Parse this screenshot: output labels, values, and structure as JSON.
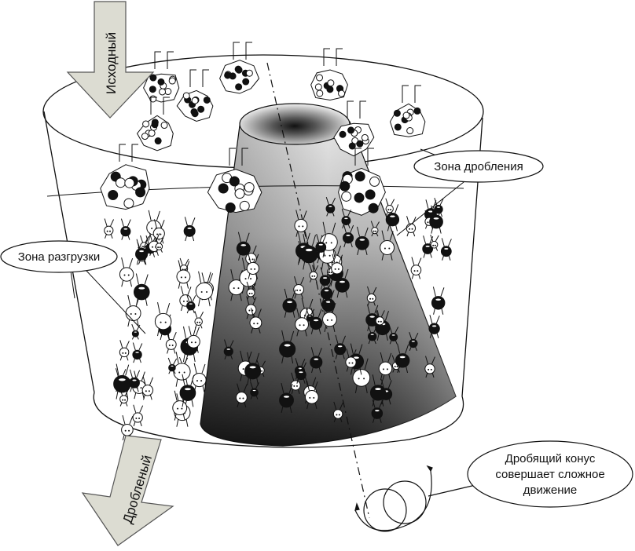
{
  "diagram": {
    "title": "Cone crusher operating zones",
    "colors": {
      "arrow_fill": "#dcdcd2",
      "arrow_stroke": "#555555",
      "line": "#111111",
      "particle_dark": "#111111",
      "particle_light": "#ffffff",
      "cone_top": "#f4f4f4",
      "cone_bottom": "#111111"
    },
    "arrows": {
      "input": {
        "label": "Исходный",
        "icon": "down-arrow-icon"
      },
      "output": {
        "label": "Дробленый",
        "icon": "down-left-arrow-icon"
      }
    },
    "callouts": {
      "crushing_zone": "Зона дробления",
      "discharge_zone": "Зона разгрузки",
      "cone_motion": [
        "Дробящий конус",
        "совершает сложное",
        "движение"
      ]
    },
    "components": {
      "bowl": "crusher-bowl",
      "cone": "crushing-cone",
      "axis": "cone-axis",
      "motion_path": "gyration-path-icon"
    }
  }
}
